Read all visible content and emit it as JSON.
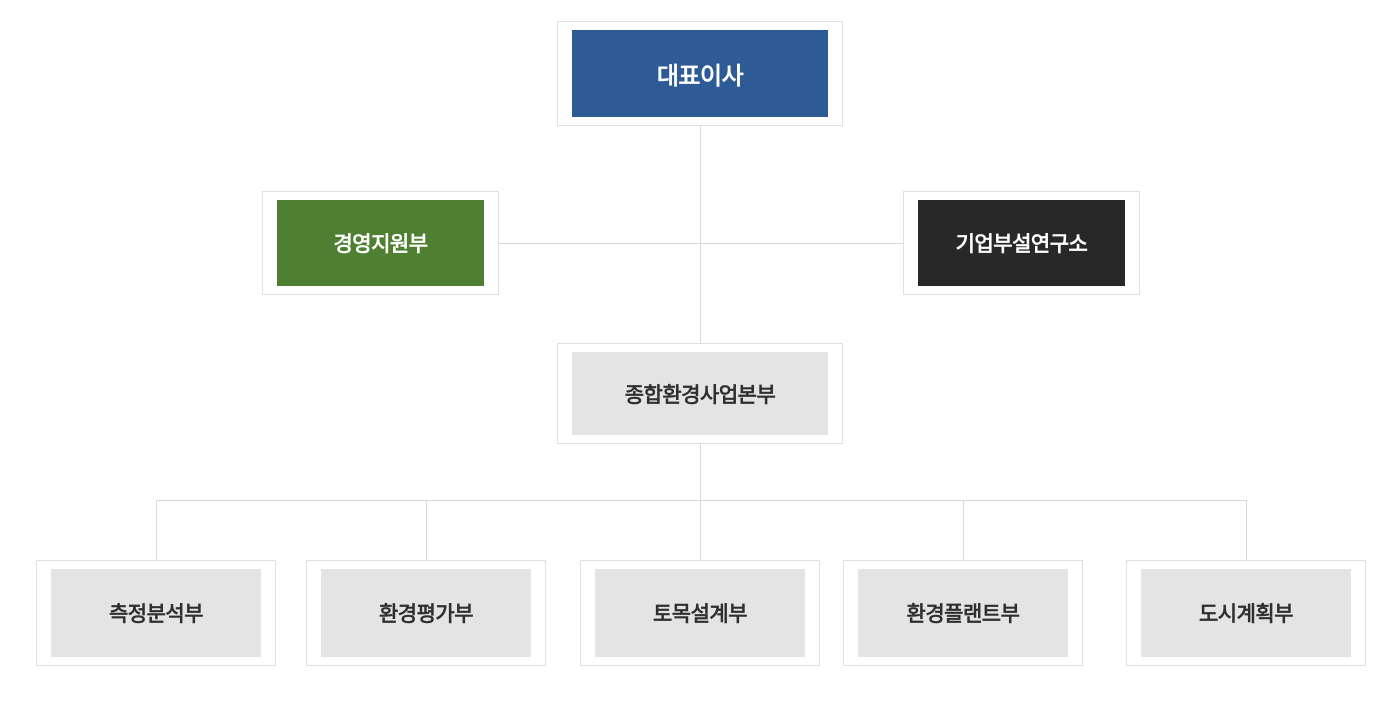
{
  "org_chart": {
    "nodes": {
      "ceo": {
        "label": "대표이사",
        "bg": "#2e5a96",
        "text": "#ffffff"
      },
      "management_support": {
        "label": "경영지원부",
        "bg": "#4f8032",
        "text": "#ffffff"
      },
      "research_institute": {
        "label": "기업부설연구소",
        "bg": "#282828",
        "text": "#ffffff"
      },
      "environment_hq": {
        "label": "종합환경사업본부",
        "bg": "#e4e4e4",
        "text": "#2f2f2f"
      },
      "departments": [
        {
          "label": "측정분석부",
          "bg": "#e4e4e4",
          "text": "#2f2f2f"
        },
        {
          "label": "환경평가부",
          "bg": "#e4e4e4",
          "text": "#2f2f2f"
        },
        {
          "label": "토목설계부",
          "bg": "#e4e4e4",
          "text": "#2f2f2f"
        },
        {
          "label": "환경플랜트부",
          "bg": "#e4e4e4",
          "text": "#2f2f2f"
        },
        {
          "label": "도시계획부",
          "bg": "#e4e4e4",
          "text": "#2f2f2f"
        }
      ]
    },
    "colors": {
      "background": "#ffffff",
      "box_border": "#e0e0e0",
      "connector_line": "#d9d9d9"
    }
  }
}
